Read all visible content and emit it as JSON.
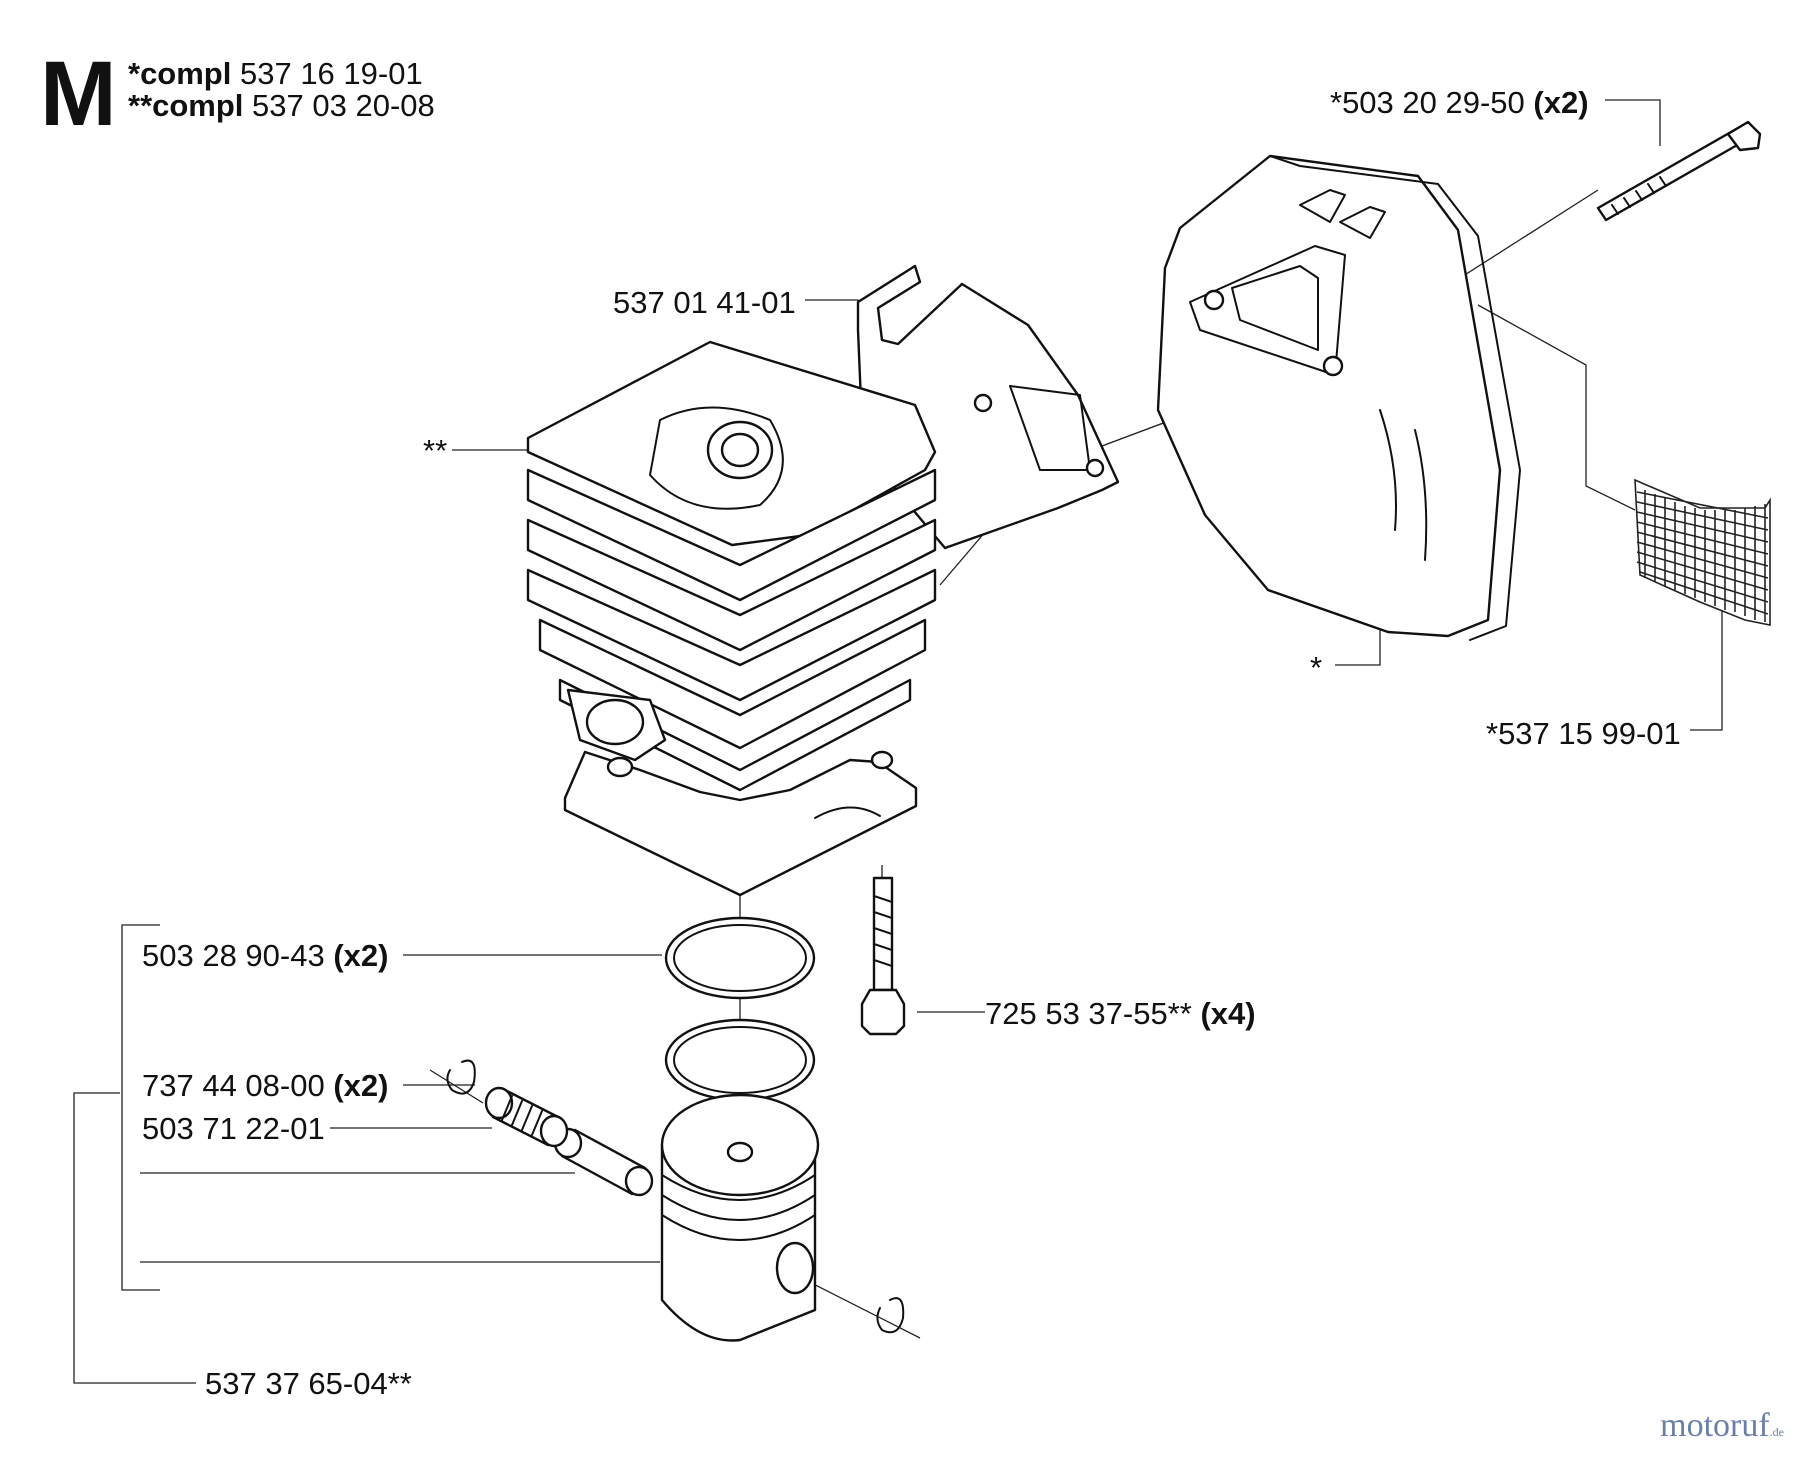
{
  "section_letter": "M",
  "header": {
    "line1_prefix": "*compl",
    "line1_value": "537 16 19-01",
    "line2_prefix": "**compl",
    "line2_value": "537 03 20-08"
  },
  "labels": {
    "bolt_muffler": {
      "text": "*503 20 29-50",
      "qty": "(x2)"
    },
    "bracket": {
      "text": "537 01 41-01"
    },
    "cylinder": {
      "text": "**"
    },
    "muffler": {
      "text": "*"
    },
    "screen": {
      "text": "*537 15 99-01"
    },
    "rings": {
      "text": "503 28 90-43",
      "qty": "(x2)"
    },
    "cyl_screw": {
      "text": "725 53 37-55**",
      "qty": "(x4)"
    },
    "circlip": {
      "text": "737 44 08-00",
      "qty": "(x2)"
    },
    "bearing": {
      "text": "503 71 22-01"
    },
    "piston_kit": {
      "text": "537 37 65-04**"
    }
  },
  "watermark": {
    "main": "motoruf",
    "suffix": ".de"
  }
}
